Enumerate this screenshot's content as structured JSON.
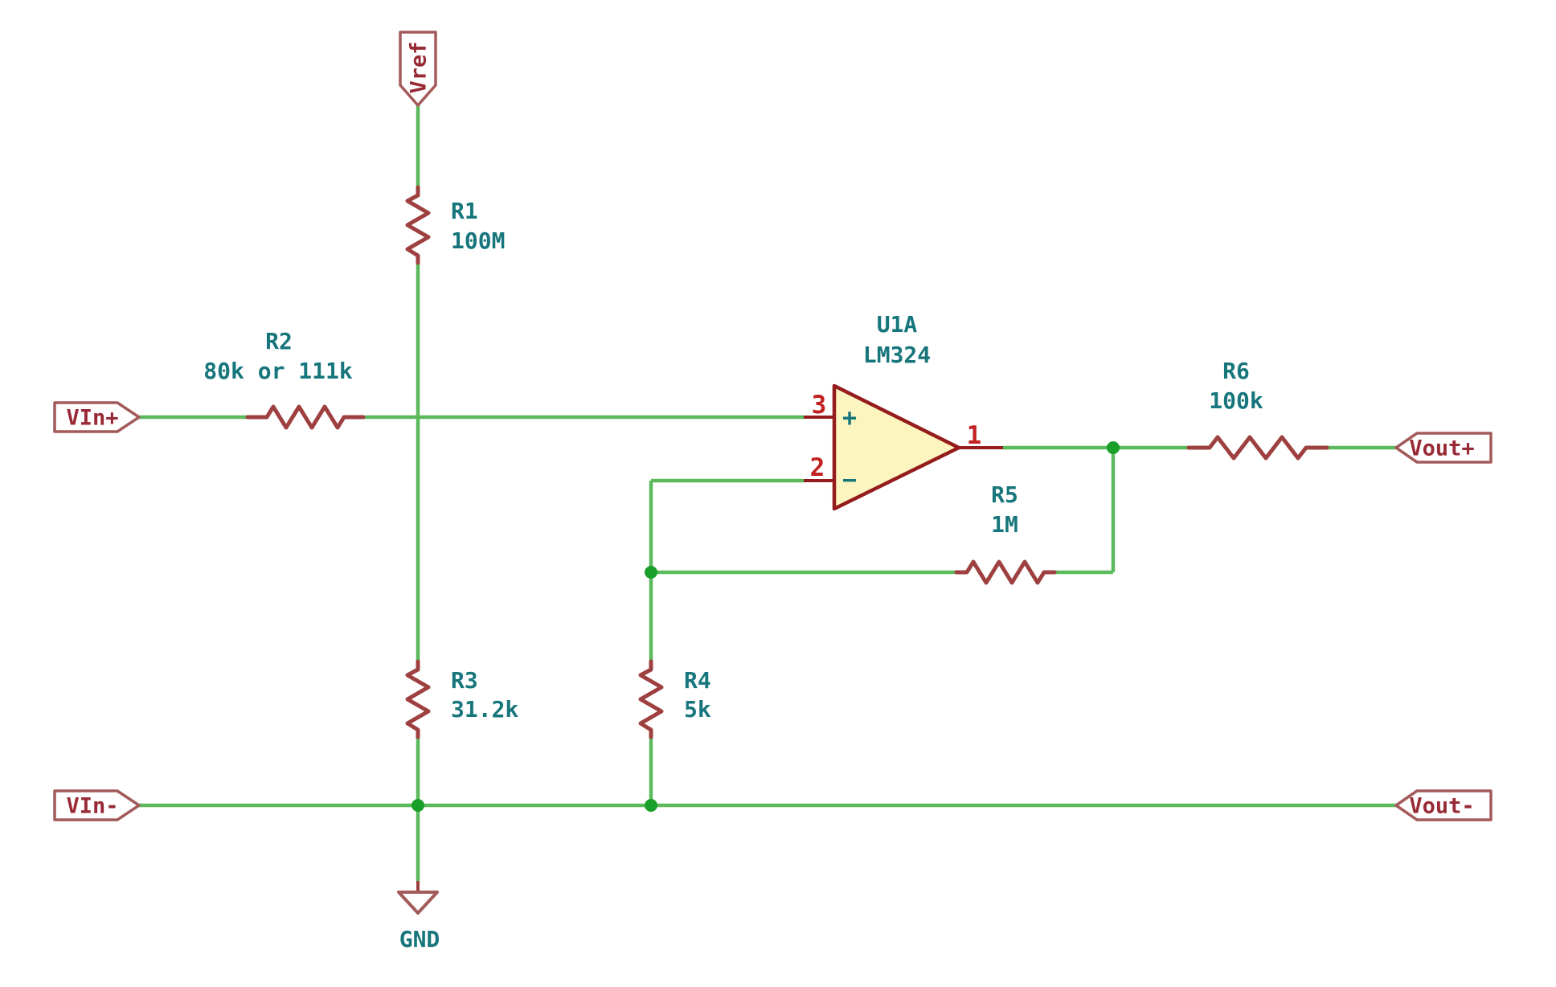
{
  "colors": {
    "wire": "#5cba5c",
    "junction": "#1aa02a",
    "symbol_outline": "#9e4040",
    "opamp_outline": "#941c1c",
    "opamp_fill": "#fcf5c0",
    "pin_number": "#c12121",
    "port_outline": "#a35a5a",
    "port_text": "#982a36",
    "field_text": "#17767c"
  },
  "components": {
    "r1": {
      "ref": "R1",
      "value": "100M"
    },
    "r2": {
      "ref": "R2",
      "value": "80k or 111k"
    },
    "r3": {
      "ref": "R3",
      "value": "31.2k"
    },
    "r4": {
      "ref": "R4",
      "value": "5k"
    },
    "r5": {
      "ref": "R5",
      "value": "1M"
    },
    "r6": {
      "ref": "R6",
      "value": "100k"
    },
    "u1": {
      "ref": "U1A",
      "value": "LM324",
      "pin_noninv": "3",
      "pin_inv": "2",
      "pin_out": "1",
      "plus": "+",
      "minus": "−"
    }
  },
  "ports": {
    "vref": "Vref",
    "vin_plus": "VIn+",
    "vin_minus": "VIn-",
    "vout_plus": "Vout+",
    "vout_minus": "Vout-",
    "gnd": "GND"
  }
}
